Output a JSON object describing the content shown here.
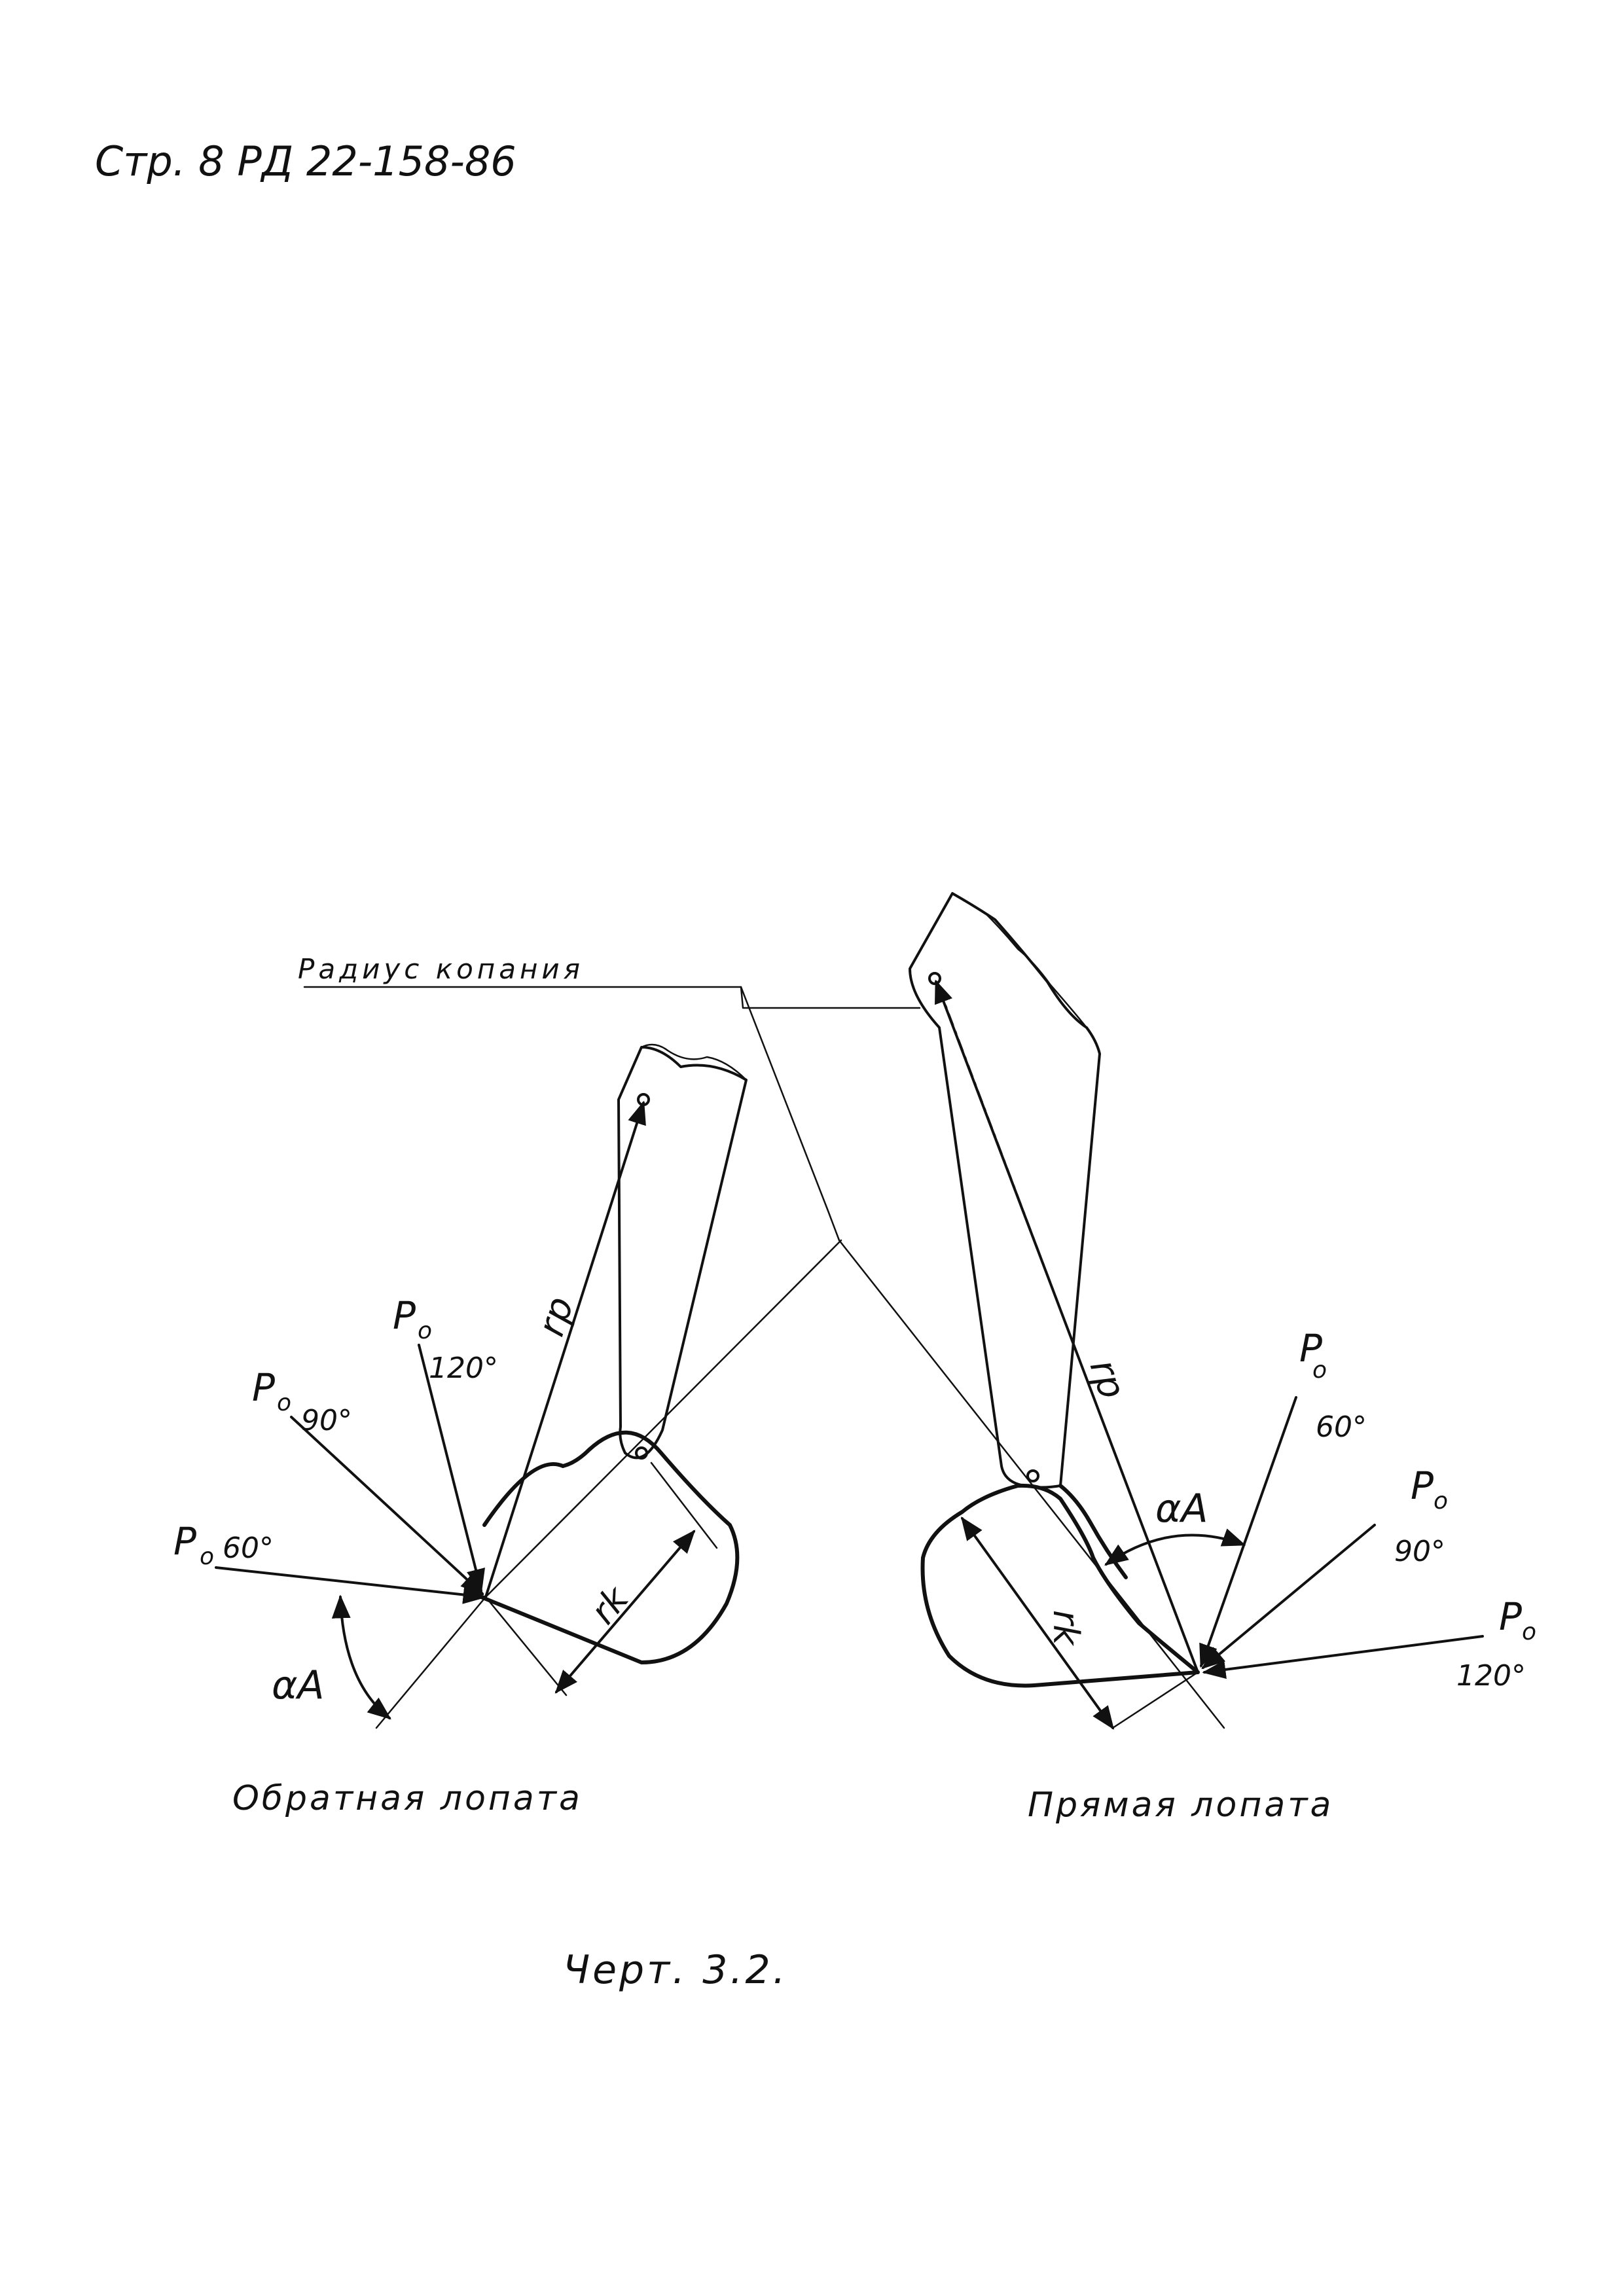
{
  "page": {
    "header": "Стр. 8  РД 22-158-86",
    "figure_caption": "Черт. 3.2."
  },
  "labels": {
    "digging_radius": "Радиус копания",
    "backhoe_caption": "Обратная лопата",
    "front_shovel_caption": "Прямая лопата"
  },
  "backhoe": {
    "force_symbol": "P",
    "force_subscript": "o",
    "force_60": "60°",
    "force_90": "90°",
    "force_120": "120°",
    "rp": "rp",
    "rk": "rk",
    "alpha": "αA"
  },
  "front_shovel": {
    "force_symbol": "P",
    "force_subscript": "o",
    "force_60": "60°",
    "force_90": "90°",
    "force_120": "120°",
    "rp": "rp",
    "rk": "rk",
    "alpha": "αA"
  },
  "colors": {
    "ink": "#111111",
    "paper": "#ffffff"
  }
}
